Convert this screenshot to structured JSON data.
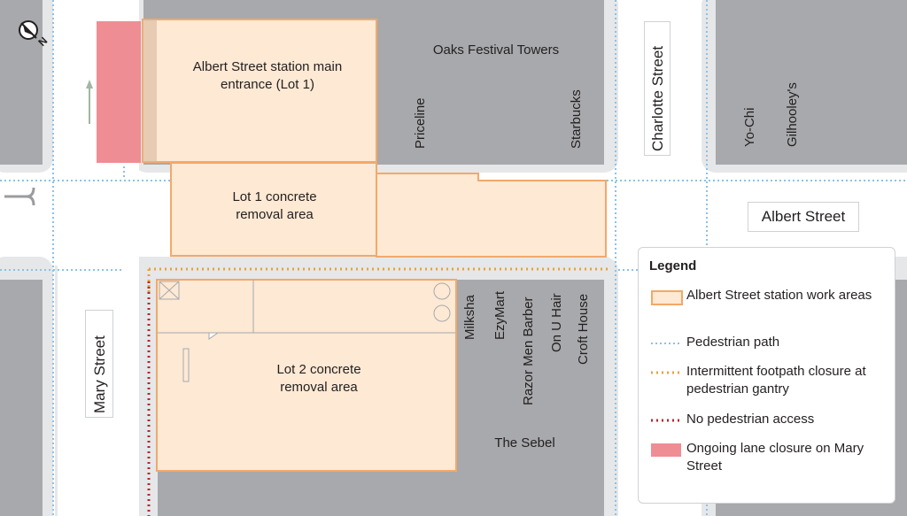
{
  "north_label": "N",
  "streets": {
    "charlotte": "Charlotte Street",
    "albert": "Albert Street",
    "mary": "Mary Street"
  },
  "work_areas": {
    "main_entrance": "Albert Street station main entrance (Lot 1)",
    "lot1_removal": "Lot 1 concrete removal area",
    "lot2_removal": "Lot 2 concrete removal area"
  },
  "buildings": {
    "oaks": "Oaks Festival Towers",
    "sebel": "The Sebel"
  },
  "shops": {
    "priceline": "Priceline",
    "starbucks": "Starbucks",
    "yochi": "Yo-Chi",
    "gilhooleys": "Gilhooley's",
    "milksha": "Milksha",
    "ezymart": "EzyMart",
    "razor": "Razor Men Barber",
    "onuhair": "On U Hair",
    "croft": "Croft House"
  },
  "legend": {
    "title": "Legend",
    "items": [
      {
        "label": "Albert Street station work areas",
        "symbol": "work-area-swatch",
        "color": "#f3a86a"
      },
      {
        "label": "Pedestrian path",
        "symbol": "blue-dotted-line",
        "color": "#8fc1e3"
      },
      {
        "label": "Intermittent footpath closure at pedestrian gantry",
        "symbol": "orange-dotted-line",
        "color": "#e8a23a"
      },
      {
        "label": "No pedestrian access",
        "symbol": "red-dotted-line",
        "color": "#b5272d"
      },
      {
        "label": "Ongoing lane closure on Mary Street",
        "symbol": "pink-swatch",
        "color": "#ee8d94"
      }
    ]
  },
  "colors": {
    "building": "#a7a9ac",
    "work_fill": "#fde9d4",
    "work_border": "#f3a86a",
    "lane_closure": "#ee8d94"
  }
}
